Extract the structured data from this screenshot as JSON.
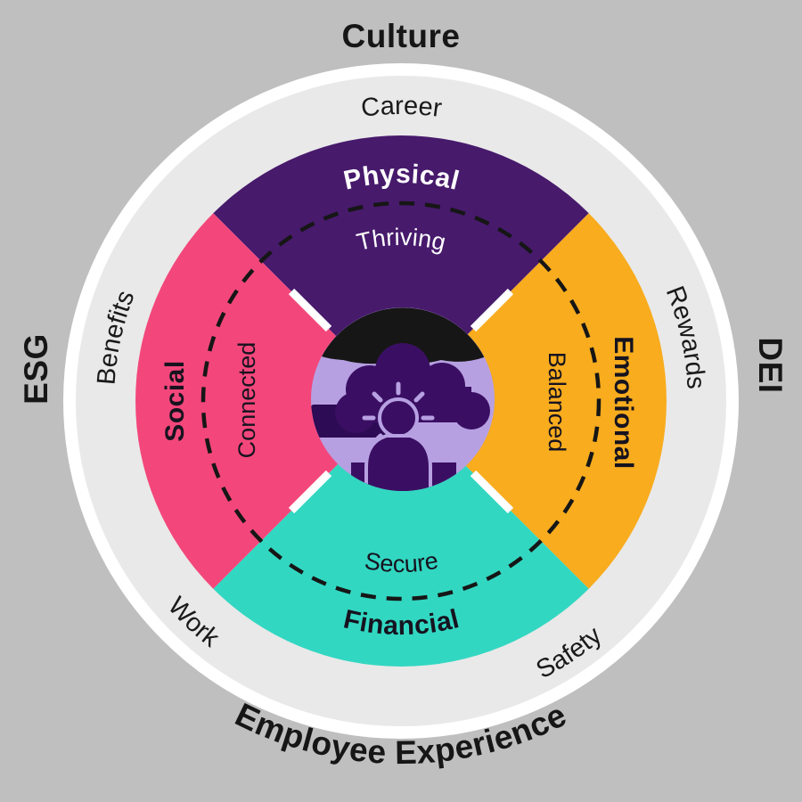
{
  "diagram": {
    "background_color": "#bfbfbf",
    "outer_ring": {
      "top": "Culture",
      "right": "DEI",
      "bottom": "Employee Experience",
      "left": "ESG"
    },
    "middle_ring": {
      "top": "Career",
      "upper_right": "Rewards",
      "lower_right": "Safety",
      "lower_left": "Work",
      "upper_left": "Benefits"
    },
    "quadrants": {
      "top": {
        "name": "Physical",
        "state": "Thriving",
        "color": "#471a6c",
        "text_color": "#ffffff"
      },
      "right": {
        "name": "Emotional",
        "state": "Balanced",
        "color": "#f8ac1e",
        "text_color": "#16131f"
      },
      "bottom": {
        "name": "Financial",
        "state": "Secure",
        "color": "#32d7c1",
        "text_color": "#16131f"
      },
      "left": {
        "name": "Social",
        "state": "Connected",
        "color": "#f3477b",
        "text_color": "#16131f"
      }
    },
    "rings": {
      "outer_band_color": "#e9e9e9",
      "outer_band_border": "#ffffff",
      "outer_label_color": "#161616",
      "ring_label_color": "#1a1a1a",
      "dashed_circle_color": "#161616",
      "divider_color": "#ffffff"
    },
    "center": {
      "circle_color": "#b7a0e2",
      "icon": "person-idea-sun-icon",
      "icon_color": "#3a0f63",
      "accent_color": "#b7a0e2",
      "top_blob_color": "#161616",
      "side_bar_color": "#2e0b55"
    }
  }
}
